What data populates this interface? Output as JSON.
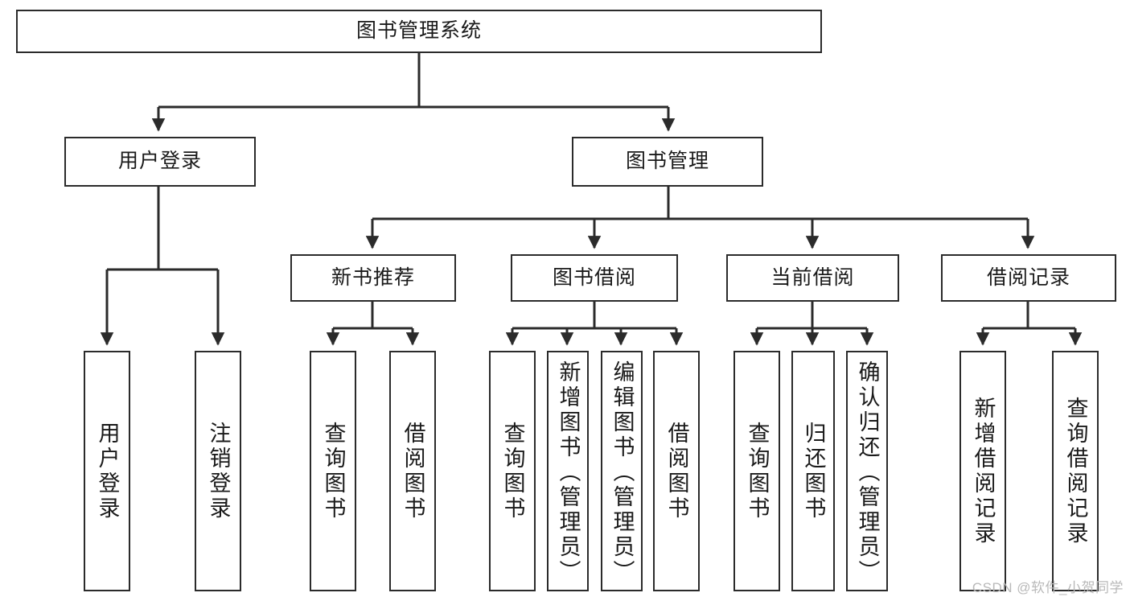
{
  "diagram": {
    "title": "图书管理系统",
    "type": "tree-hierarchy",
    "root": {
      "id": "root",
      "label": "图书管理系统"
    },
    "level2": [
      {
        "id": "user-login",
        "label": "用户登录"
      },
      {
        "id": "book-manage",
        "label": "图书管理"
      }
    ],
    "level3": [
      {
        "id": "new-book-rec",
        "label": "新书推荐"
      },
      {
        "id": "book-borrow",
        "label": "图书借阅"
      },
      {
        "id": "current-borrow",
        "label": "当前借阅"
      },
      {
        "id": "borrow-record",
        "label": "借阅记录"
      }
    ],
    "leaves": {
      "user_login": [
        {
          "id": "leaf-user-login",
          "label": "用户登录"
        },
        {
          "id": "leaf-logout",
          "label": "注销登录"
        }
      ],
      "new_book_rec": [
        {
          "id": "leaf-query-book-1",
          "label": "查询图书"
        },
        {
          "id": "leaf-borrow-book-1",
          "label": "借阅图书"
        }
      ],
      "book_borrow": [
        {
          "id": "leaf-query-book-2",
          "label": "查询图书"
        },
        {
          "id": "leaf-add-book",
          "label": "新增图书（管理员）"
        },
        {
          "id": "leaf-edit-book",
          "label": "编辑图书（管理员）"
        },
        {
          "id": "leaf-borrow-book-2",
          "label": "借阅图书"
        }
      ],
      "current_borrow": [
        {
          "id": "leaf-query-book-3",
          "label": "查询图书"
        },
        {
          "id": "leaf-return-book",
          "label": "归还图书"
        },
        {
          "id": "leaf-confirm-return",
          "label": "确认归还（管理员）"
        }
      ],
      "borrow_record": [
        {
          "id": "leaf-add-record",
          "label": "新增借阅记录"
        },
        {
          "id": "leaf-query-record",
          "label": "查询借阅记录"
        }
      ]
    }
  },
  "colors": {
    "box_border": "#2b2b2b",
    "box_fill": "#ffffff",
    "line": "#2b2b2b",
    "text": "#1a1a1a",
    "watermark": "#b9b9b9",
    "background": "#ffffff"
  },
  "watermark": {
    "text": "CSDN @软件_小贺同学"
  }
}
